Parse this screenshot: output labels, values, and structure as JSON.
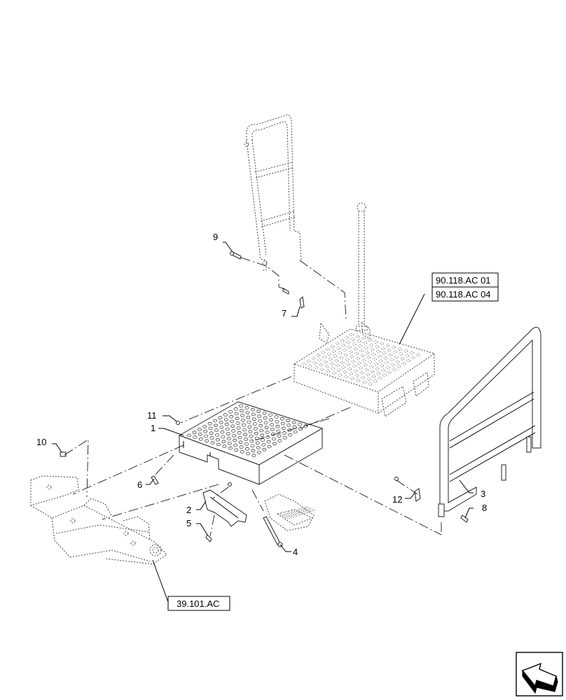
{
  "callouts": {
    "c1": "1",
    "c2": "2",
    "c3": "3",
    "c4": "4",
    "c5": "5",
    "c6": "6",
    "c7": "7",
    "c8": "8",
    "c9": "9",
    "c10": "10",
    "c11": "11",
    "c12": "12"
  },
  "references": {
    "ref_upper_1": "90.118.AC 01",
    "ref_upper_2": "90.118.AC 04",
    "ref_lower": "39.101.AC"
  },
  "icons": {
    "nav": "next-page-arrow-icon"
  }
}
